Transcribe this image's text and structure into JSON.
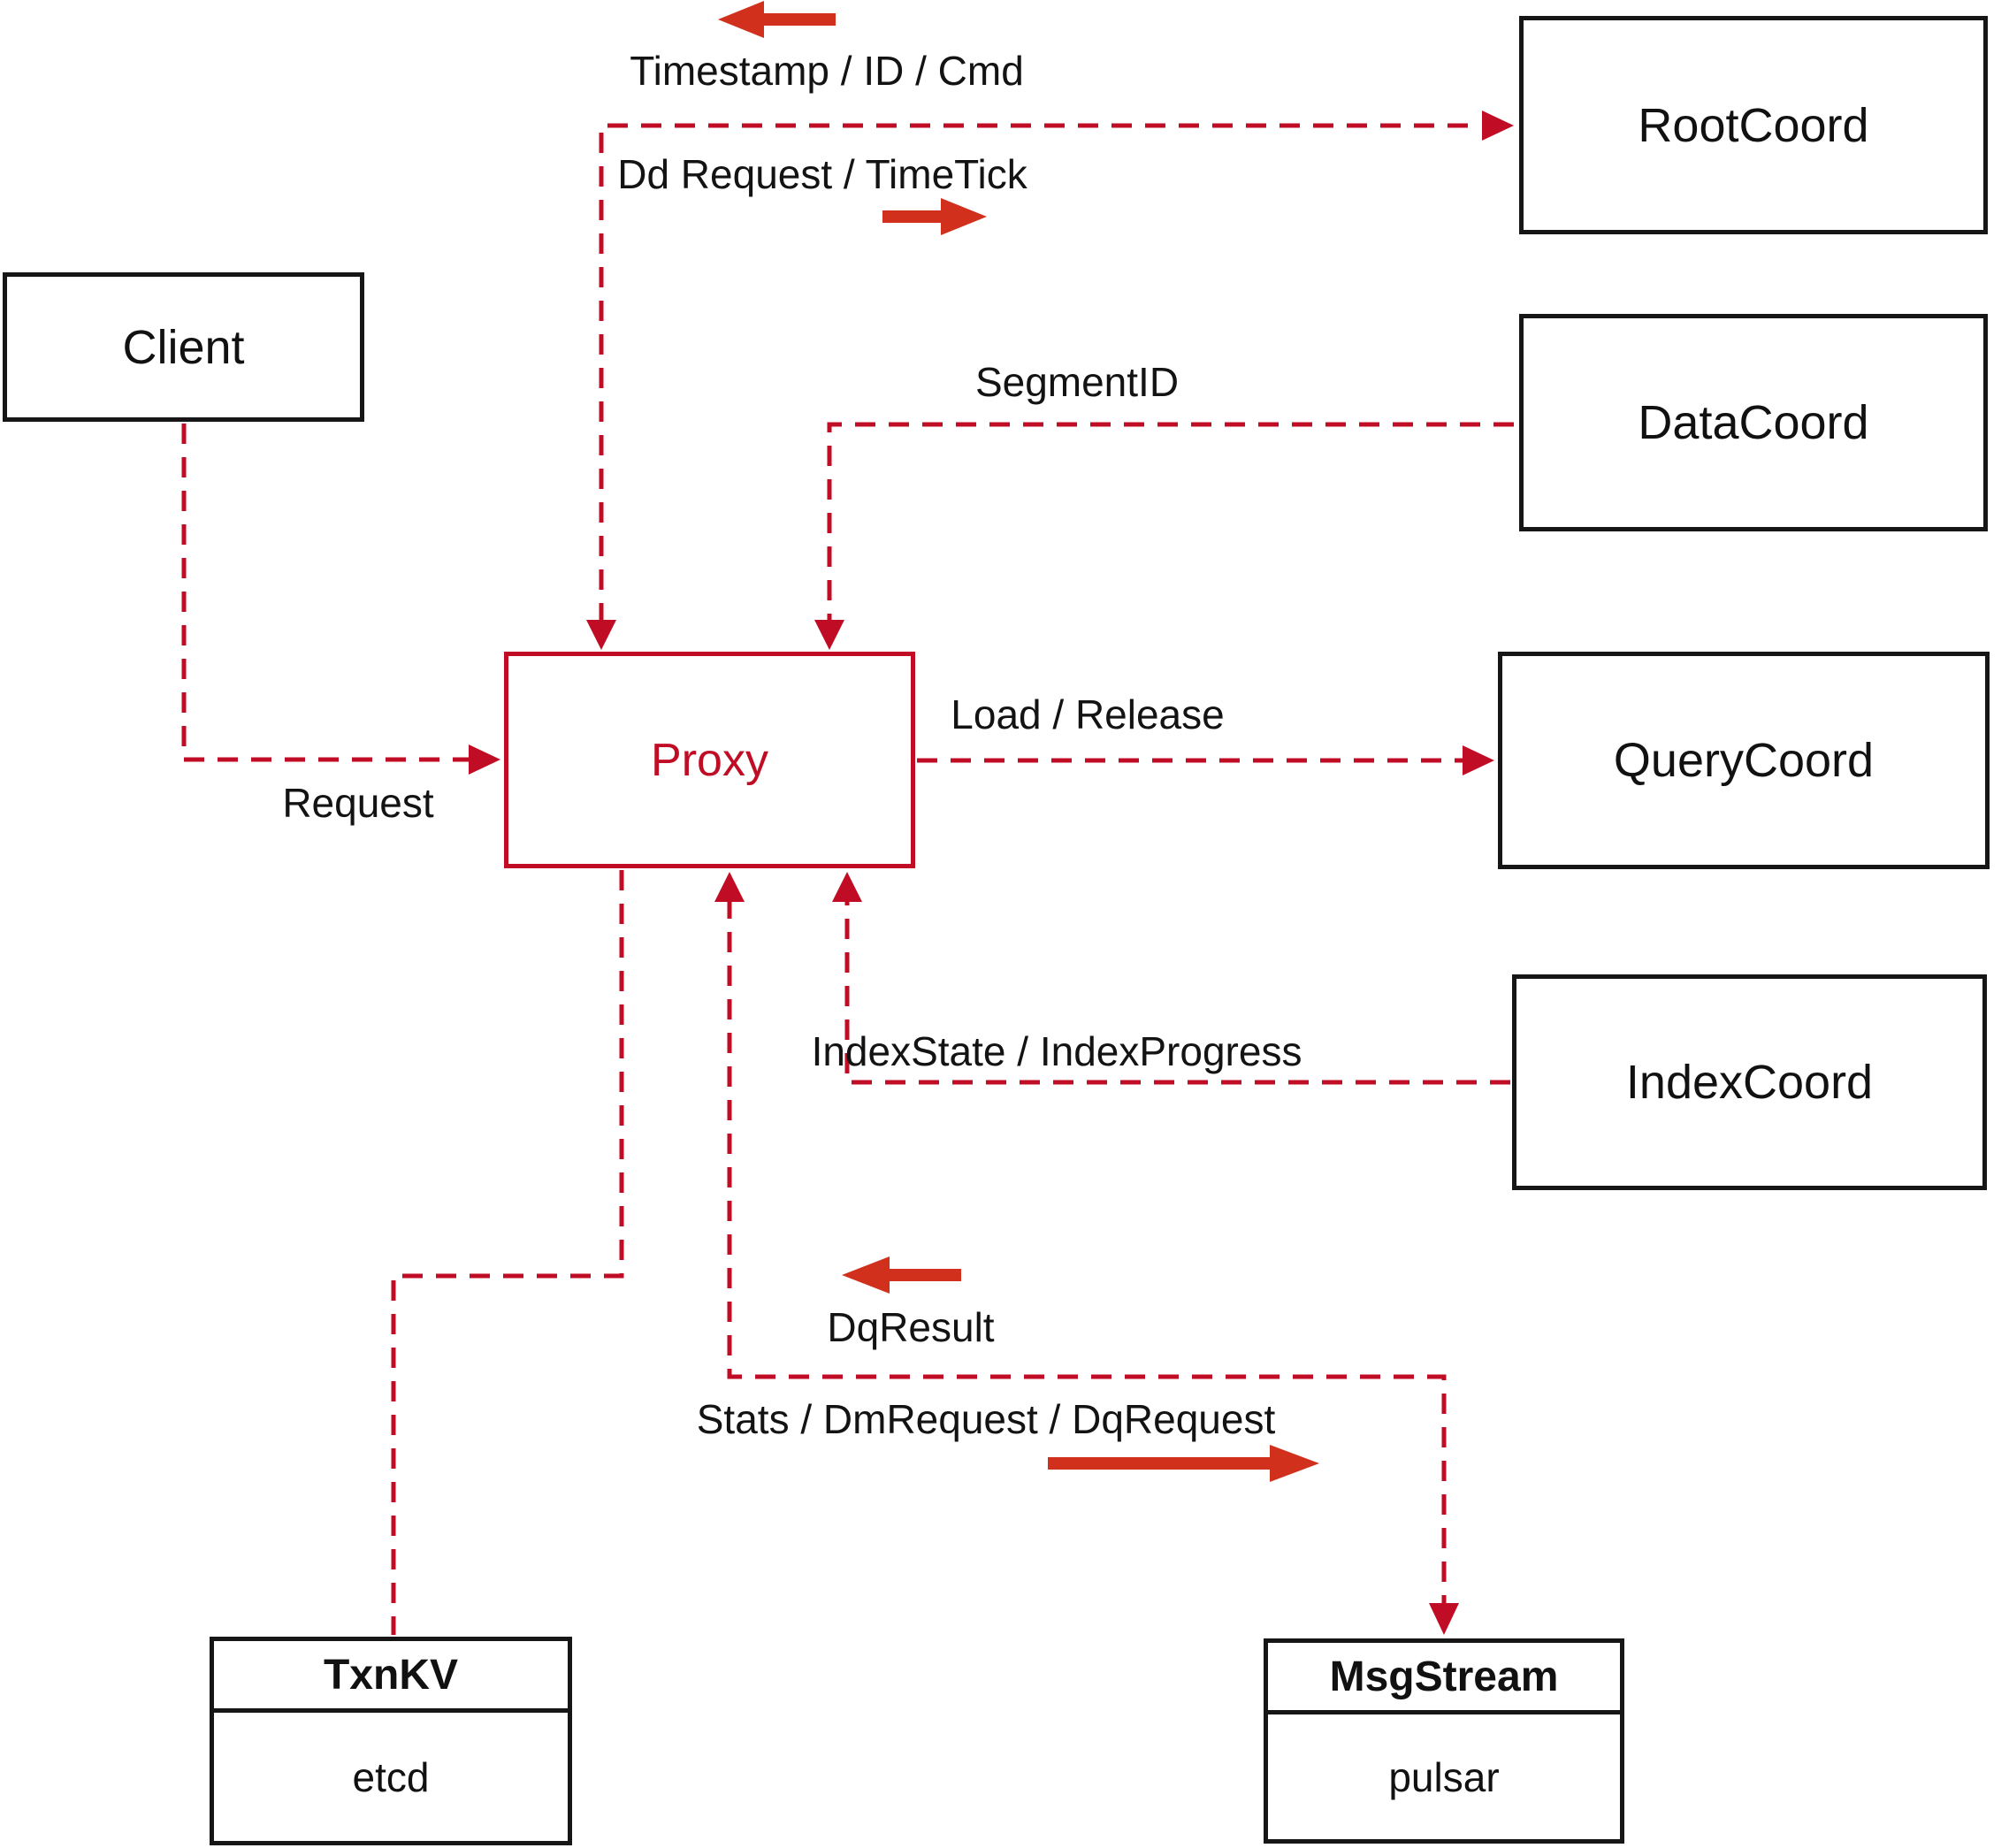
{
  "diagram": {
    "nodes": {
      "client": {
        "label": "Client"
      },
      "rootcoord": {
        "label": "RootCoord"
      },
      "datacoord": {
        "label": "DataCoord"
      },
      "querycoord": {
        "label": "QueryCoord"
      },
      "indexcoord": {
        "label": "IndexCoord"
      },
      "proxy": {
        "label": "Proxy"
      },
      "txnkv": {
        "title": "TxnKV",
        "subtitle": "etcd"
      },
      "msgstream": {
        "title": "MsgStream",
        "subtitle": "pulsar"
      }
    },
    "labels": {
      "timestamp_id_cmd": "Timestamp / ID / Cmd",
      "dd_request_timetick": "Dd Request / TimeTick",
      "segment_id": "SegmentID",
      "load_release": "Load / Release",
      "index_state_progress": "IndexState / IndexProgress",
      "dq_result": "DqResult",
      "stats_dm_dq": "Stats / DmRequest / DqRequest",
      "request": "Request"
    },
    "colors": {
      "dashed_line": "#c00d25",
      "solid_arrow": "#d0301c",
      "box_border": "#161616",
      "proxy_red": "#c00d25",
      "text": "#131313"
    }
  }
}
